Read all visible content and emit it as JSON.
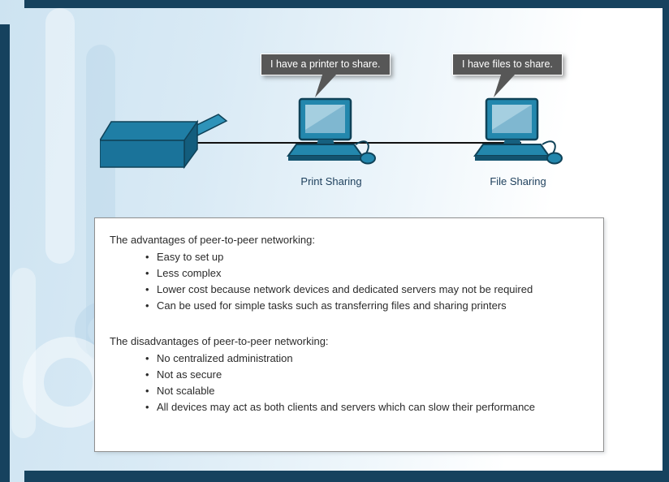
{
  "diagram": {
    "bubble_printer": "I have a printer to share.",
    "bubble_files": "I have files to share.",
    "label_print": "Print Sharing",
    "label_file": "File Sharing"
  },
  "info_box": {
    "advantages_heading": "The advantages of peer-to-peer networking:",
    "advantages": [
      "Easy to set up",
      "Less complex",
      "Lower cost because network devices and dedicated servers may not be required",
      "Can be used for simple tasks such as transferring files and sharing printers"
    ],
    "disadvantages_heading": "The disadvantages of peer-to-peer networking:",
    "disadvantages": [
      "No centralized administration",
      "Not as secure",
      "Not scalable",
      "All devices may act as both clients and servers which can slow their performance"
    ]
  },
  "icons": {
    "printer": "printer-icon",
    "computer_print_sharing": "computer-icon",
    "computer_file_sharing": "computer-icon"
  },
  "colors": {
    "frame_navy": "#16425e",
    "device_teal": "#2387ad",
    "device_dark_outline": "#0f4258",
    "screen_light": "#8fc2d8",
    "bubble_gray": "#575757",
    "background_blue": "#cde3f1",
    "cable_black": "#111111"
  }
}
